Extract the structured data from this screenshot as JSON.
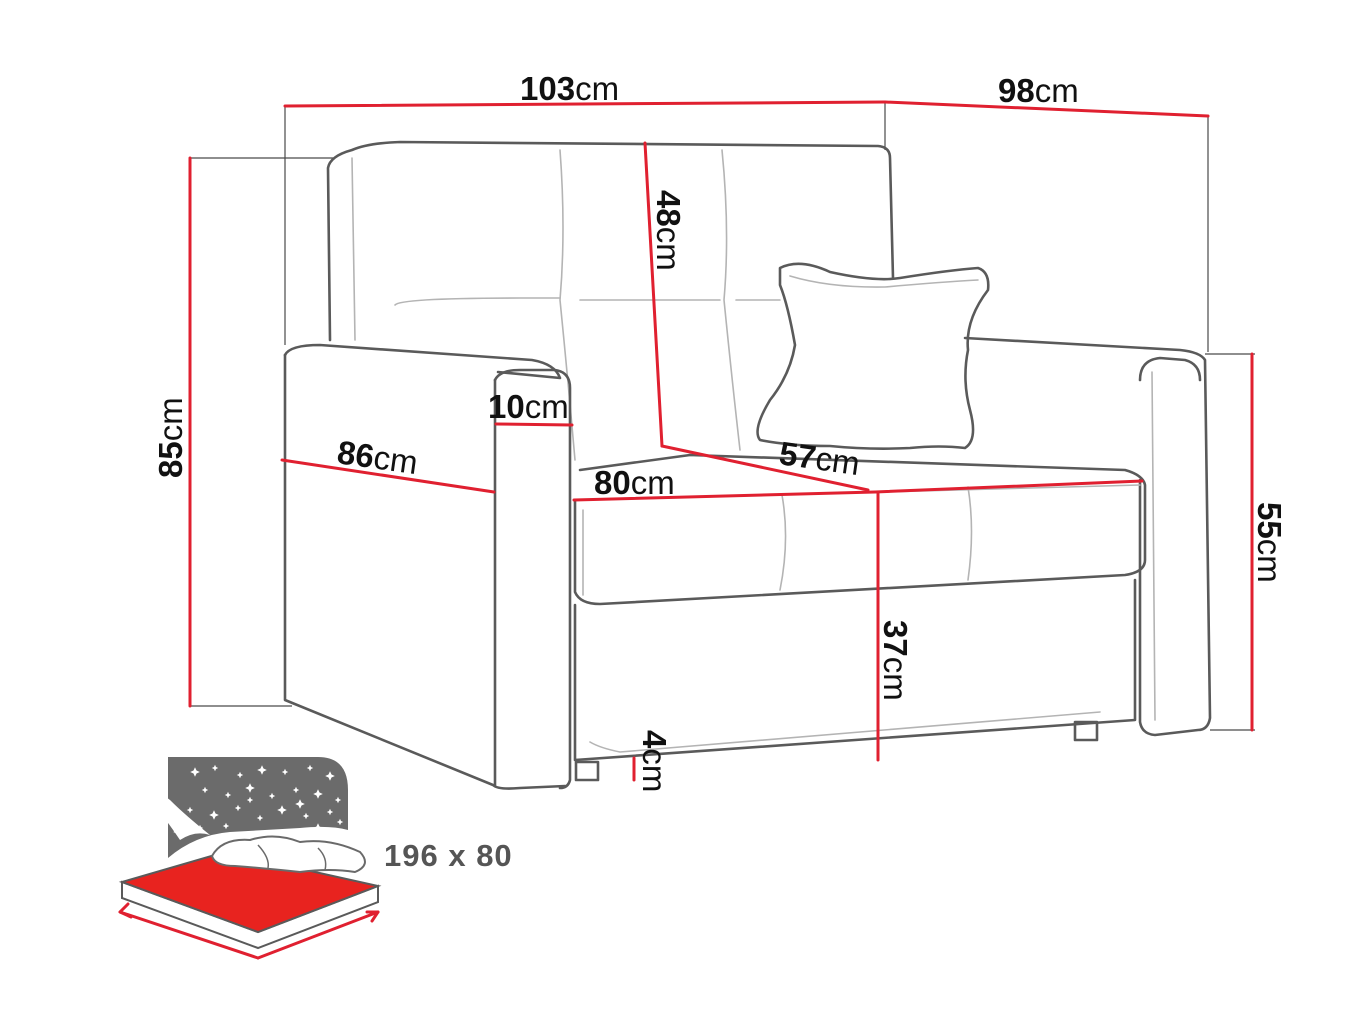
{
  "unit": "cm",
  "dimensions": {
    "total_width": "103",
    "depth": "98",
    "total_height": "85",
    "back_height": "48",
    "arm_depth": "86",
    "arm_width": "10",
    "seat_width": "80",
    "seat_depth": "57",
    "seat_height": "37",
    "leg_height": "4",
    "arm_height": "55"
  },
  "sleeping_area": "196 x 80",
  "colors": {
    "dimension_line": "#e02030",
    "outline": "#5a5a5a",
    "mattress_top": "#e8231f",
    "night_panel": "#6b6b6b"
  }
}
